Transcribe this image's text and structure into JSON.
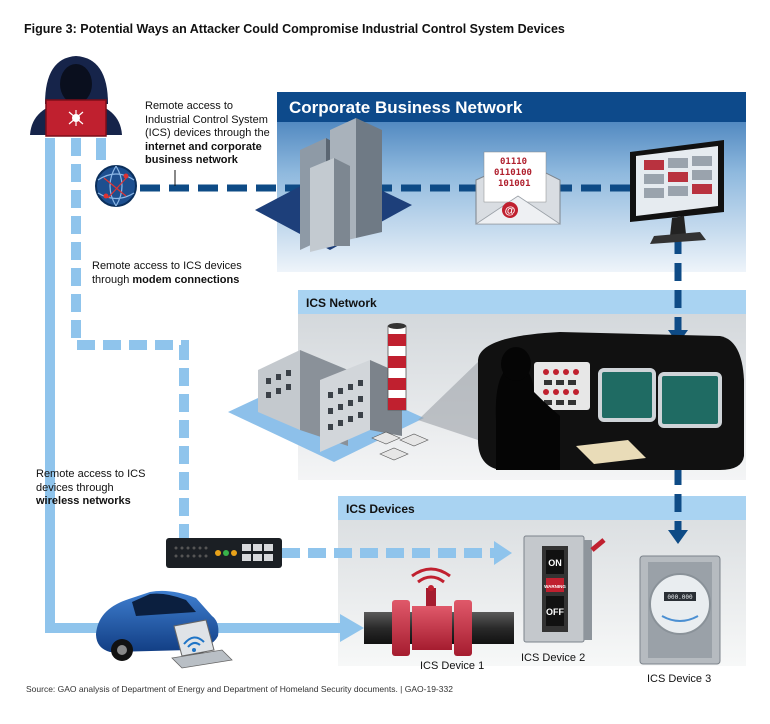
{
  "figure": {
    "title": "Figure 3: Potential Ways an Attacker Could Compromise Industrial Control System Devices",
    "source": "Source: GAO analysis of Department of Energy and Department of Homeland Security documents.  |  GAO-19-332"
  },
  "paths": {
    "internet": {
      "line1": "Remote access to",
      "line2": "Industrial Control System",
      "line3": "(ICS) devices through the",
      "bold1": "internet and corporate",
      "bold2": "business network"
    },
    "modem": {
      "line1": "Remote access to ICS devices",
      "line2_prefix": "through ",
      "bold": "modem connections"
    },
    "wireless": {
      "line1": "Remote access  to ICS",
      "line2": "devices  through",
      "bold": "wireless networks"
    }
  },
  "networks": {
    "corporate": "Corporate Business Network",
    "ics_network": "ICS Network",
    "ics_devices": "ICS Devices"
  },
  "email_binary": [
    "01110",
    "0110100",
    "101001"
  ],
  "devices": {
    "device1": "ICS Device 1",
    "device2": "ICS Device 2",
    "device3": "ICS Device 3"
  },
  "switch_labels": {
    "on": "ON",
    "warning": "WARNING",
    "off": "OFF"
  },
  "meter_readout": "000.000",
  "colors": {
    "corporate_band": "#0d4a8b",
    "ics_band": "#a9d3f2",
    "dashed_dark": "#0e4b86",
    "dashed_light": "#8fc4ec",
    "attacker_laptop": "#c0202f"
  }
}
